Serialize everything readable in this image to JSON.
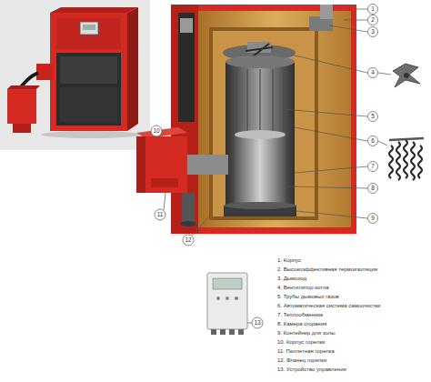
{
  "diagram": {
    "labels": [
      "1",
      "2",
      "3",
      "4",
      "5",
      "6",
      "7",
      "8",
      "9",
      "10",
      "11",
      "12",
      "13",
      "1. Корпус",
      "2. Высокоэффективная термоизоляция",
      "3. Дымоход",
      "4. Вентилятор котла",
      "5. Трубы дымовых газов",
      "6. Автоматическая система самоочистки",
      "7. Теплообменник",
      "8. Камера сгорания",
      "9. Контейнер для золы",
      "10. Корпус горелки",
      "11. Пеллетная горелка",
      "12. Фланец горелки",
      "13. Устройство управления"
    ]
  }
}
